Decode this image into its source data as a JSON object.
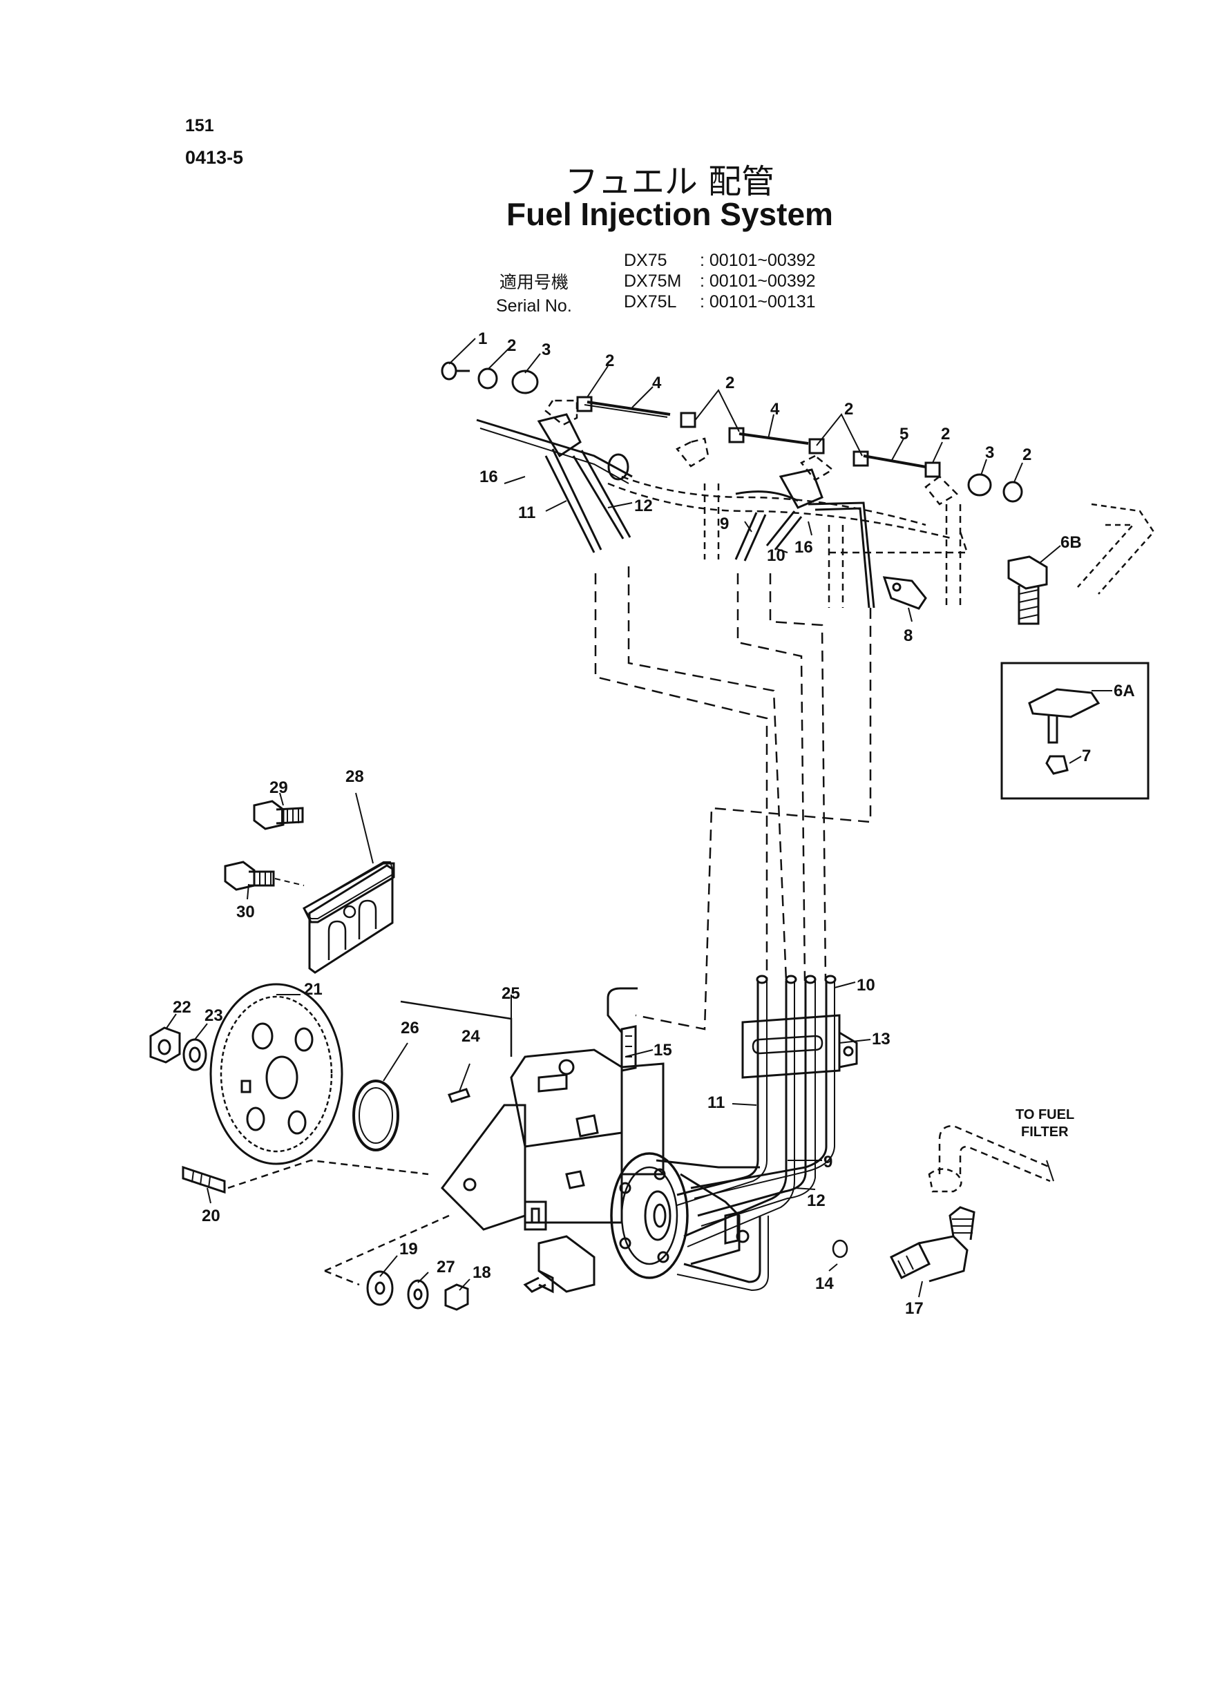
{
  "page": {
    "number": "151",
    "figure_code": "0413-5"
  },
  "title": {
    "jp": "フュエル 配管",
    "en": "Fuel Injection System"
  },
  "serial": {
    "label_jp": "適用号機",
    "label_en": "Serial No.",
    "rows": [
      {
        "model": "DX75",
        "range": ": 00101~00392"
      },
      {
        "model": "DX75M",
        "range": ": 00101~00392"
      },
      {
        "model": "DX75L",
        "range": ": 00101~00131"
      }
    ]
  },
  "callouts": {
    "c1": "1",
    "c2": "2",
    "c3": "3",
    "c4": "4",
    "c5": "5",
    "c6A": "6A",
    "c6B": "6B",
    "c7": "7",
    "c8": "8",
    "c9": "9",
    "c10": "10",
    "c11": "11",
    "c12": "12",
    "c13": "13",
    "c14": "14",
    "c15": "15",
    "c16": "16",
    "c17": "17",
    "c18": "18",
    "c19": "19",
    "c20": "20",
    "c21": "21",
    "c22": "22",
    "c23": "23",
    "c24": "24",
    "c25": "25",
    "c26": "26",
    "c27": "27",
    "c28": "28",
    "c29": "29",
    "c30": "30"
  },
  "notes": {
    "to_fuel_filter_1": "TO FUEL",
    "to_fuel_filter_2": "FILTER"
  }
}
